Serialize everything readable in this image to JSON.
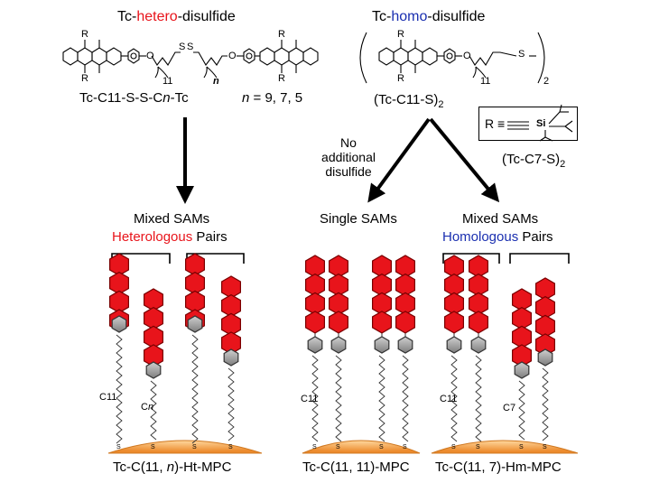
{
  "top": {
    "hetero": {
      "pre": "Tc-",
      "colored": "hetero",
      "post": "-disulfide"
    },
    "homo": {
      "pre": "Tc-",
      "colored": "homo",
      "post": "-disulfide"
    },
    "hetero_formula": {
      "a": "Tc-C11-S-S-C",
      "n": "n",
      "b": "-Tc"
    },
    "n_values": {
      "n": "n",
      "rest": " = 9, 7, 5"
    },
    "homo_formula": {
      "main": "(Tc-C11-S)",
      "sub": "2"
    },
    "alt_formula": {
      "main": "(Tc-C7-S)",
      "sub": "2"
    }
  },
  "structure": {
    "R": "R",
    "S": "S",
    "O": "O",
    "Si": "Si",
    "sub11": "11",
    "subn": "n",
    "sub2": "2",
    "equiv": "≡"
  },
  "arrow_note": [
    "No",
    "additional",
    "disulfide"
  ],
  "groups": {
    "mixed1": {
      "title": "Mixed SAMs",
      "colored": "Heterologous",
      "rest": " Pairs"
    },
    "single": {
      "title": "Single SAMs"
    },
    "mixed2": {
      "title": "Mixed SAMs",
      "colored": "Homologous",
      "rest": " Pairs"
    }
  },
  "chains": {
    "c11": "C11",
    "cn_c": "C",
    "cn_n": "n",
    "c7": "C7",
    "s": "S"
  },
  "bottom": {
    "ht": {
      "a": "Tc-C(11, ",
      "n": "n",
      "b": ")-Ht-MPC"
    },
    "single": "Tc-C(11, 11)-MPC",
    "hm": "Tc-C(11, 7)-Hm-MPC"
  },
  "colors": {
    "hexagon": "#e8141b",
    "hexagon_edge": "#7a0000",
    "anchor": "#9a9a9a",
    "surface": "#f0a040",
    "hetero": "#e8141b",
    "homo": "#1a2fb0"
  }
}
